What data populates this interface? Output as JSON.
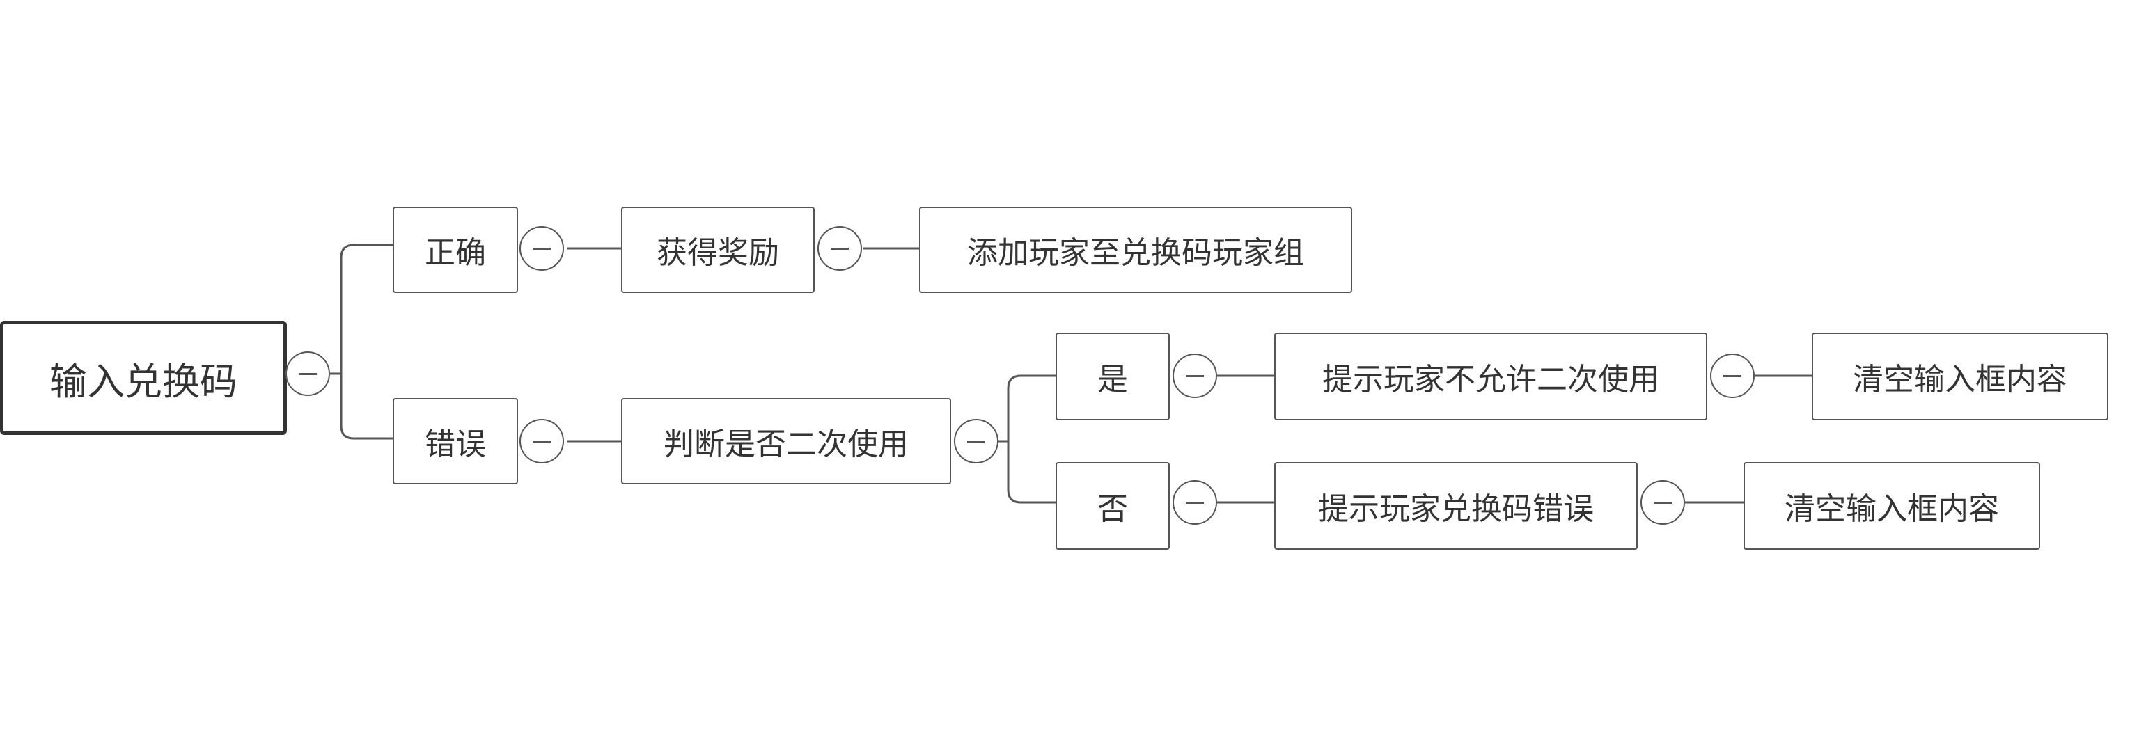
{
  "mindmap": {
    "root": "输入兑换码",
    "correct": {
      "label": "正确",
      "reward": "获得奖励",
      "add_to_group": "添加玩家至兑换码玩家组"
    },
    "wrong": {
      "label": "错误",
      "check": "判断是否二次使用",
      "yes": {
        "label": "是",
        "prompt": "提示玩家不允许二次使用",
        "clear": "清空输入框内容"
      },
      "no": {
        "label": "否",
        "prompt": "提示玩家兑换码错误",
        "clear": "清空输入框内容"
      }
    },
    "collapse_icon": "minus-circle"
  }
}
